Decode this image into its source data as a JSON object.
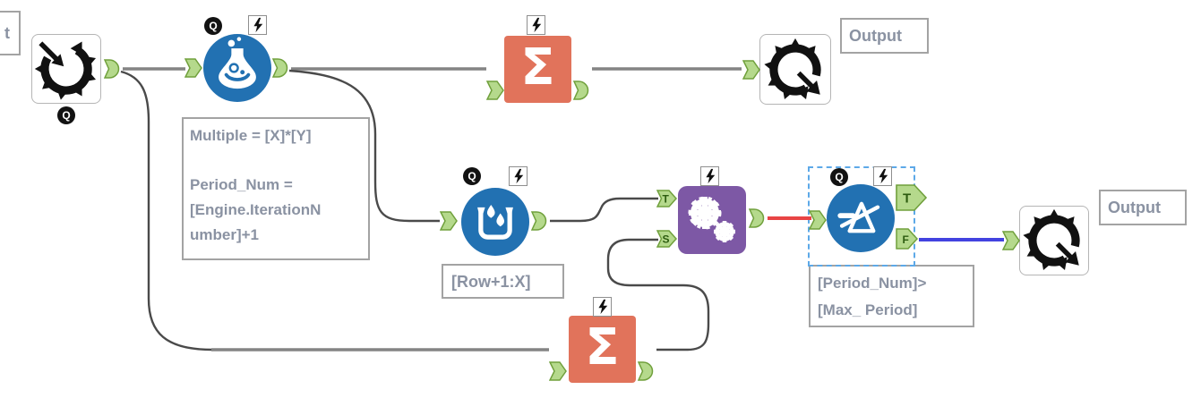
{
  "colors": {
    "tool_blue": "#2271b2",
    "summarize_orange": "#e1735b",
    "append_purple": "#7d58a5",
    "anchor_fill": "#b5d98c",
    "anchor_border": "#70a03c",
    "anchor_letter": "#2d5c10",
    "wire_gray": "#848484",
    "wire_dark": "#4a4a4a",
    "wire_red": "#e84444",
    "wire_blue": "#4343e0",
    "annotation_text": "#8a92a2",
    "box_border": "#a3a3a3",
    "selection_dash": "#5da9e8"
  },
  "badges": {
    "q": "Q"
  },
  "glyphs": {
    "sigma": "Σ"
  },
  "anchor_letters": {
    "t": "T",
    "s": "S",
    "f": "F"
  },
  "labels": {
    "partial_input": "t",
    "output_top": "Output",
    "output_right": "Output"
  },
  "annotations": {
    "formula": {
      "line1": "Multiple = [X]*[Y]",
      "line2": "Period_Num =",
      "line3": "[Engine.IterationN",
      "line4": "umber]+1"
    },
    "generate_rows": "[Row+1:X]",
    "filter": {
      "line1": "[Period_Num]>",
      "line2": "[Max_ Period]"
    }
  },
  "icons": {
    "macro_input": "gear-arrow-in-icon",
    "macro_output": "gear-arrow-out-icon",
    "formula": "flask-icon",
    "summarize": "sigma-icon",
    "generate_rows": "water-drops-basin-icon",
    "append_fields": "double-gear-plus-icon",
    "filter": "funnel-test-icon",
    "q_badge": "question-indicator-badge",
    "lightning_badge": "interface-connection-badge"
  }
}
